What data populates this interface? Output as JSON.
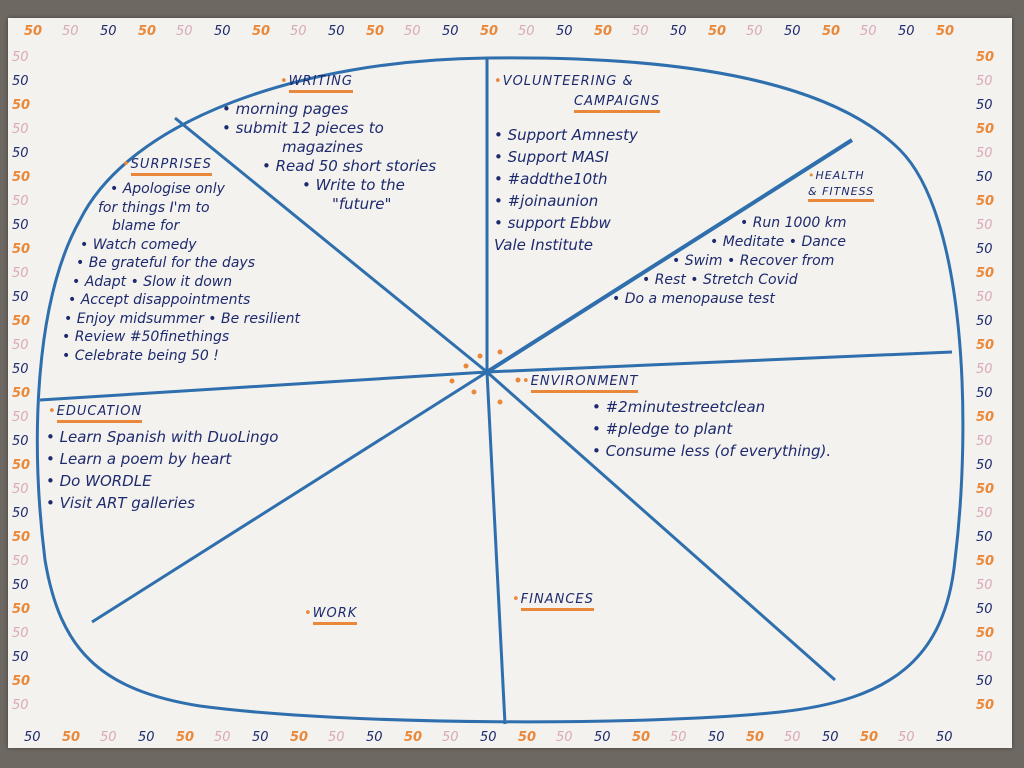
{
  "decoration": {
    "fifty": "50",
    "colors": {
      "orange": "#e9883a",
      "navy": "#1e2a6e",
      "pink": "#d9a9b8",
      "line": "#2f6fad"
    }
  },
  "sections": {
    "writing": {
      "title": "WRITING",
      "items": [
        "• morning pages",
        "• submit 12 pieces to",
        "magazines",
        "• Read 50 short stories",
        "• Write to the",
        "\"future\""
      ]
    },
    "volunteering": {
      "title1": "VOLUNTEERING &",
      "title2": "CAMPAIGNS",
      "items": [
        "• Support Amnesty",
        "• Support MASI",
        "• #addthe10th",
        "• #joinaunion",
        "• support Ebbw",
        "Vale Institute"
      ]
    },
    "health": {
      "title1": "HEALTH",
      "title2": "& FITNESS",
      "items": [
        "• Run 1000 km",
        "• Meditate • Dance",
        "• Swim • Recover from",
        "• Rest • Stretch  Covid",
        "• Do a menopause test"
      ]
    },
    "surprises": {
      "title": "SURPRISES",
      "items": [
        "• Apologise only",
        "for things I'm to",
        "blame for",
        "• Watch comedy",
        "• Be grateful for the days",
        "• Adapt • Slow it down",
        "• Accept disappointments",
        "• Enjoy midsummer • Be resilient",
        "• Review #50finethings",
        "• Celebrate being 50 !"
      ]
    },
    "environment": {
      "title": "ENVIRONMENT",
      "items": [
        "• #2minutestreetclean",
        "• #pledge to plant",
        "• Consume less (of everything)."
      ]
    },
    "education": {
      "title": "EDUCATION",
      "items": [
        "• Learn Spanish with DuoLingo",
        "• Learn a poem by heart",
        "• Do WORDLE",
        "• Visit ART galleries"
      ]
    },
    "work": {
      "title": "WORK"
    },
    "finances": {
      "title": "FINANCES"
    }
  }
}
